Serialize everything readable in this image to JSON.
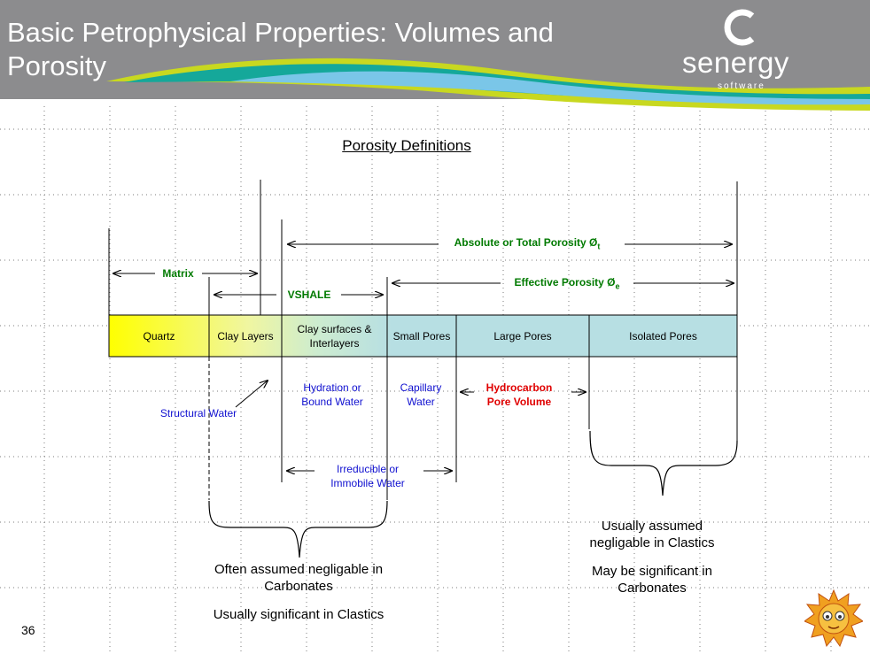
{
  "slide": {
    "title": "Basic Petrophysical Properties: Volumes and Porosity",
    "logo_name": "senergy",
    "logo_sub": "software",
    "page_number": "36",
    "heading": "Porosity Definitions"
  },
  "bar": {
    "segments": [
      "Quartz",
      "Clay Layers",
      "Clay surfaces & Interlayers",
      "Small Pores",
      "Large Pores",
      "Isolated Pores"
    ]
  },
  "labels": {
    "absolute_porosity": "Absolute or Total Porosity Ø",
    "absolute_sub": "t",
    "effective_porosity": "Effective Porosity Ø",
    "effective_sub": "e",
    "matrix": "Matrix",
    "vshale": "VSHALE",
    "structural_water": "Structural Water",
    "hydration_water": "Hydration or Bound Water",
    "capillary_water": "Capillary Water",
    "hydrocarbon": "Hydrocarbon Pore Volume",
    "irreducible_water": "Irreducible or Immobile Water"
  },
  "notes": {
    "left_1": "Often  assumed negligable in Carbonates",
    "left_2": "Usually significant in Clastics",
    "right_1": "Usually assumed negligable in Clastics",
    "right_2": "May be significant in Carbonates"
  },
  "colors": {
    "header_gray": "#8c8c8e",
    "quartz_yellow": "#ffff00",
    "pore_cyan": "#b7dfe3",
    "label_green": "#007a00",
    "label_blue": "#1010d0",
    "label_red": "#e00000"
  }
}
